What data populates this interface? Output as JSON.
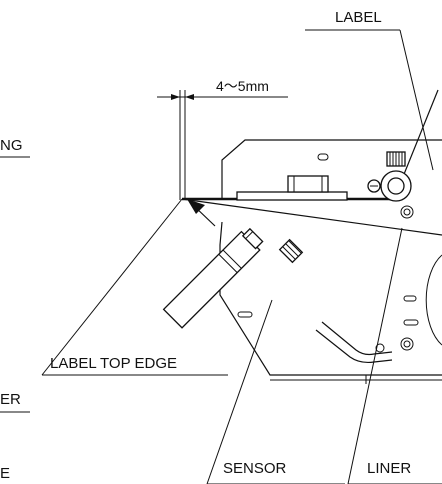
{
  "labels": {
    "label": "LABEL",
    "dimension": "4～5mm",
    "label_top_edge": "LABEL TOP EDGE",
    "sensor": "SENSOR",
    "liner": "LINER",
    "cut_left_1": "NG",
    "cut_left_2": "ER",
    "cut_left_3": "E"
  },
  "colors": {
    "ink": "#111111",
    "background": "#ffffff"
  }
}
